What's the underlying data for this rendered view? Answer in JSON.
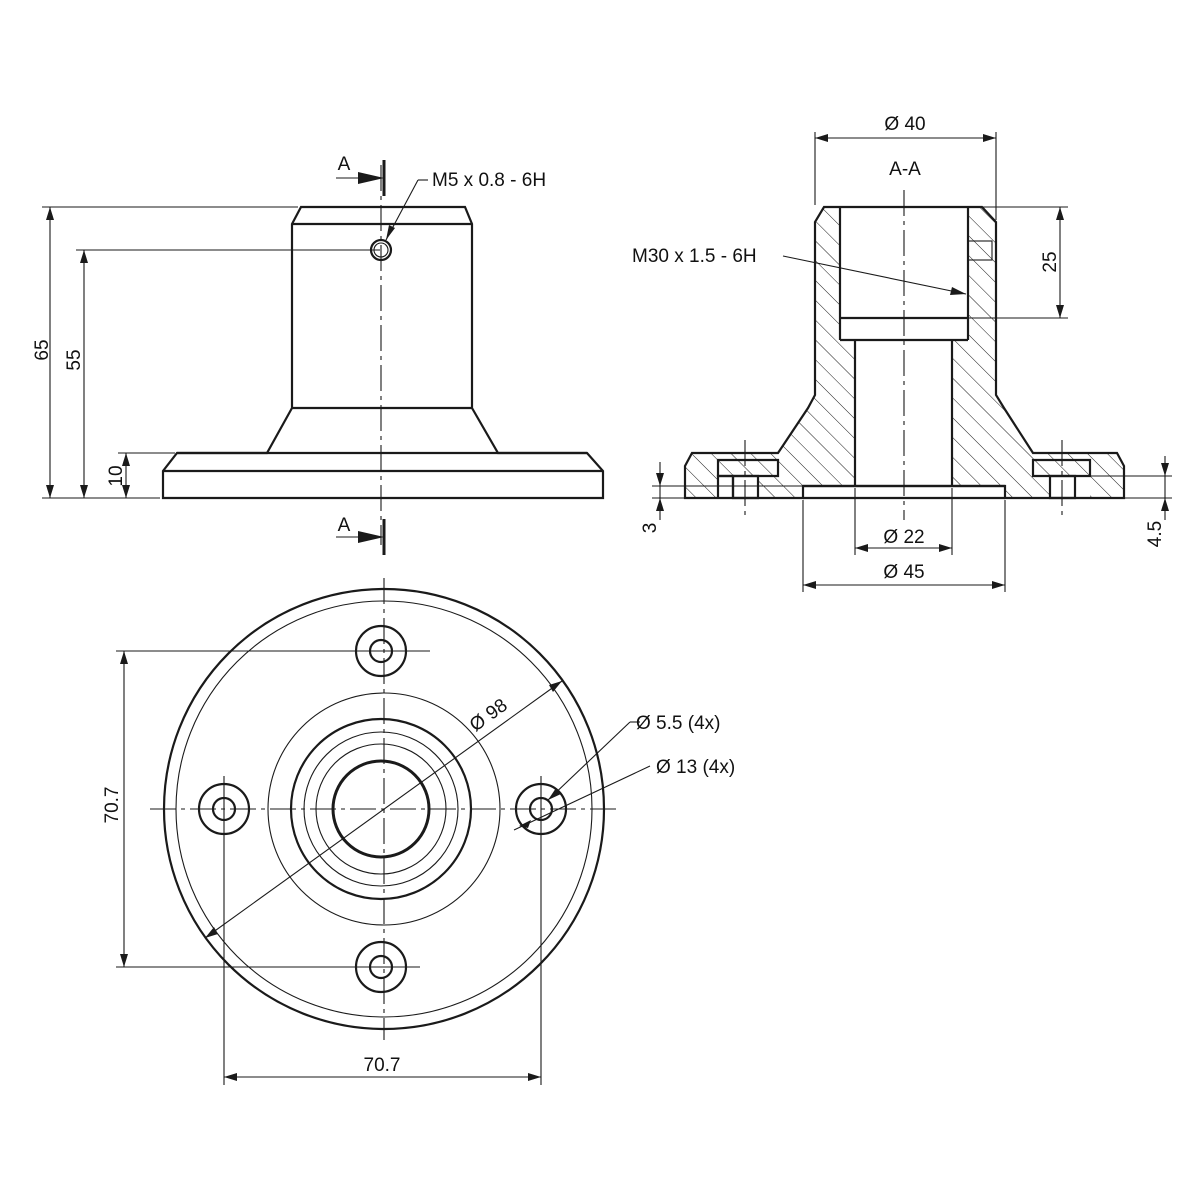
{
  "front_view": {
    "section_mark_top": "A",
    "section_mark_bottom": "A",
    "thread_callout": "M5 x 0.8 - 6H",
    "dim_overall_height": "65",
    "dim_hole_height": "55",
    "dim_flange_thickness": "10"
  },
  "section_view": {
    "title": "A-A",
    "dim_outer_diameter": "Ø 40",
    "thread_callout": "M30 x 1.5 - 6H",
    "dim_thread_depth": "25",
    "dim_recess_depth": "3",
    "dim_counterbore_depth": "4.5",
    "dim_bore_diameter": "Ø 22",
    "dim_recess_diameter": "Ø 45"
  },
  "top_view": {
    "dim_flange_diameter": "Ø 98",
    "hole_callout": "Ø 5.5 (4x)",
    "counterbore_callout": "Ø 13 (4x)",
    "dim_hole_spacing_vertical": "70.7",
    "dim_hole_spacing_horizontal": "70.7"
  }
}
